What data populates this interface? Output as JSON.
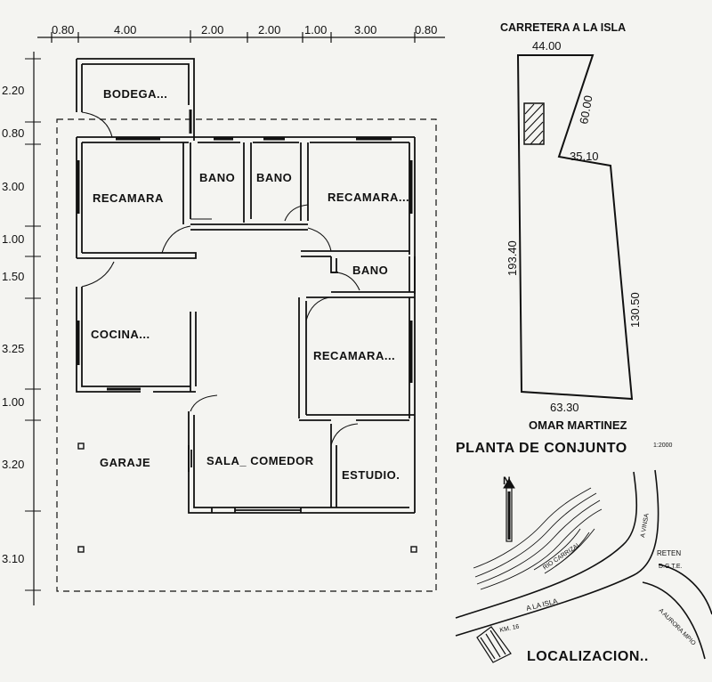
{
  "plan": {
    "top_dims": [
      "0.80",
      "4.00",
      "2.00",
      "2.00",
      "1.00",
      "3.00",
      "0.80"
    ],
    "left_dims": [
      "2.20",
      "0.80",
      "3.00",
      "1.00",
      "1.50",
      "3.25",
      "1.00",
      "3.20",
      "3.10"
    ],
    "rooms": {
      "bodega": "BODEGA...",
      "recamara_1": "RECAMARA",
      "bano_1": "BANO",
      "bano_2": "BANO",
      "recamara_2": "RECAMARA...",
      "bano_3": "BANO",
      "cocina": "COCINA...",
      "recamara_3": "RECAMARA...",
      "garaje": "GARAJE",
      "sala_comedor": "SALA_ COMEDOR",
      "estudio": "ESTUDIO."
    }
  },
  "site": {
    "road_label": "CARRETERA A LA ISLA",
    "dims": {
      "top": "44.00",
      "diag": "60.00",
      "inner": "35.10",
      "left": "193.40",
      "right": "130.50",
      "bottom": "63.30"
    },
    "owner": "OMAR MARTINEZ",
    "title": "PLANTA DE CONJUNTO",
    "scale": "1:2000"
  },
  "location": {
    "north": "N",
    "river": "RIO CARRIZAL",
    "road_isla": "A LA ISLA",
    "road_vinsa": "A VINSA",
    "reten_1": "RETEN",
    "reten_2": "D.G.T.E.",
    "km": "KM. 16",
    "road_right": "A AURORA MPIO",
    "title": "LOCALIZACION.."
  }
}
